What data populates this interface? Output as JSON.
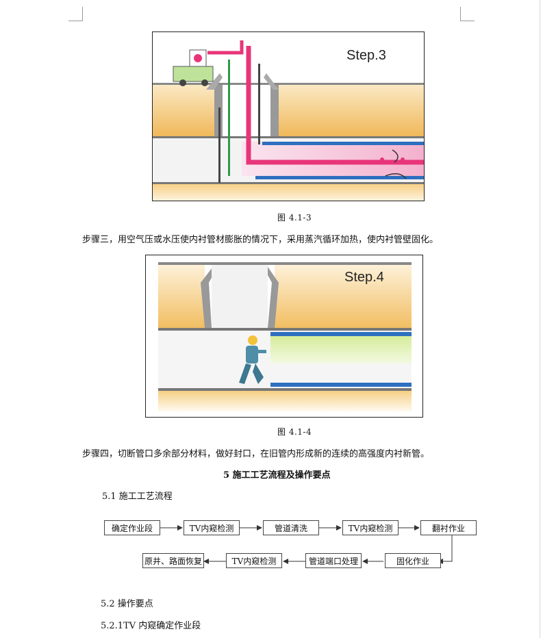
{
  "figures": [
    {
      "step_label": "Step.3",
      "caption": "图 4.1-3"
    },
    {
      "step_label": "Step.4",
      "caption": "图 4.1-4"
    }
  ],
  "paragraphs": {
    "step3": "步骤三，用空气压或水压使内衬管材膨胀的情况下，采用蒸汽循环加热，使内衬管壁固化。",
    "step4": "步骤四，切断管口多余部分材料，做好封口，在旧管内形成新的连续的高强度内衬新管。"
  },
  "section": {
    "title": "5 施工工艺流程及操作要点",
    "sub1": "5.1 施工工艺流程",
    "sub2": "5.2 操作要点",
    "sub3": "5.2.1TV 内窥确定作业段"
  },
  "flowchart": {
    "row1": [
      "确定作业段",
      "TV内窥检测",
      "管道清洗",
      "TV内窥检测",
      "翻衬作业"
    ],
    "row2": [
      "原井、路面恢复",
      "TV内窥检测",
      "管道端口处理",
      "固化作业"
    ]
  },
  "colors": {
    "liner_pink": "#e8357a",
    "pipe_blue": "#2e6fc0",
    "soil": "#f2c06a",
    "green": "#cfe88a"
  }
}
